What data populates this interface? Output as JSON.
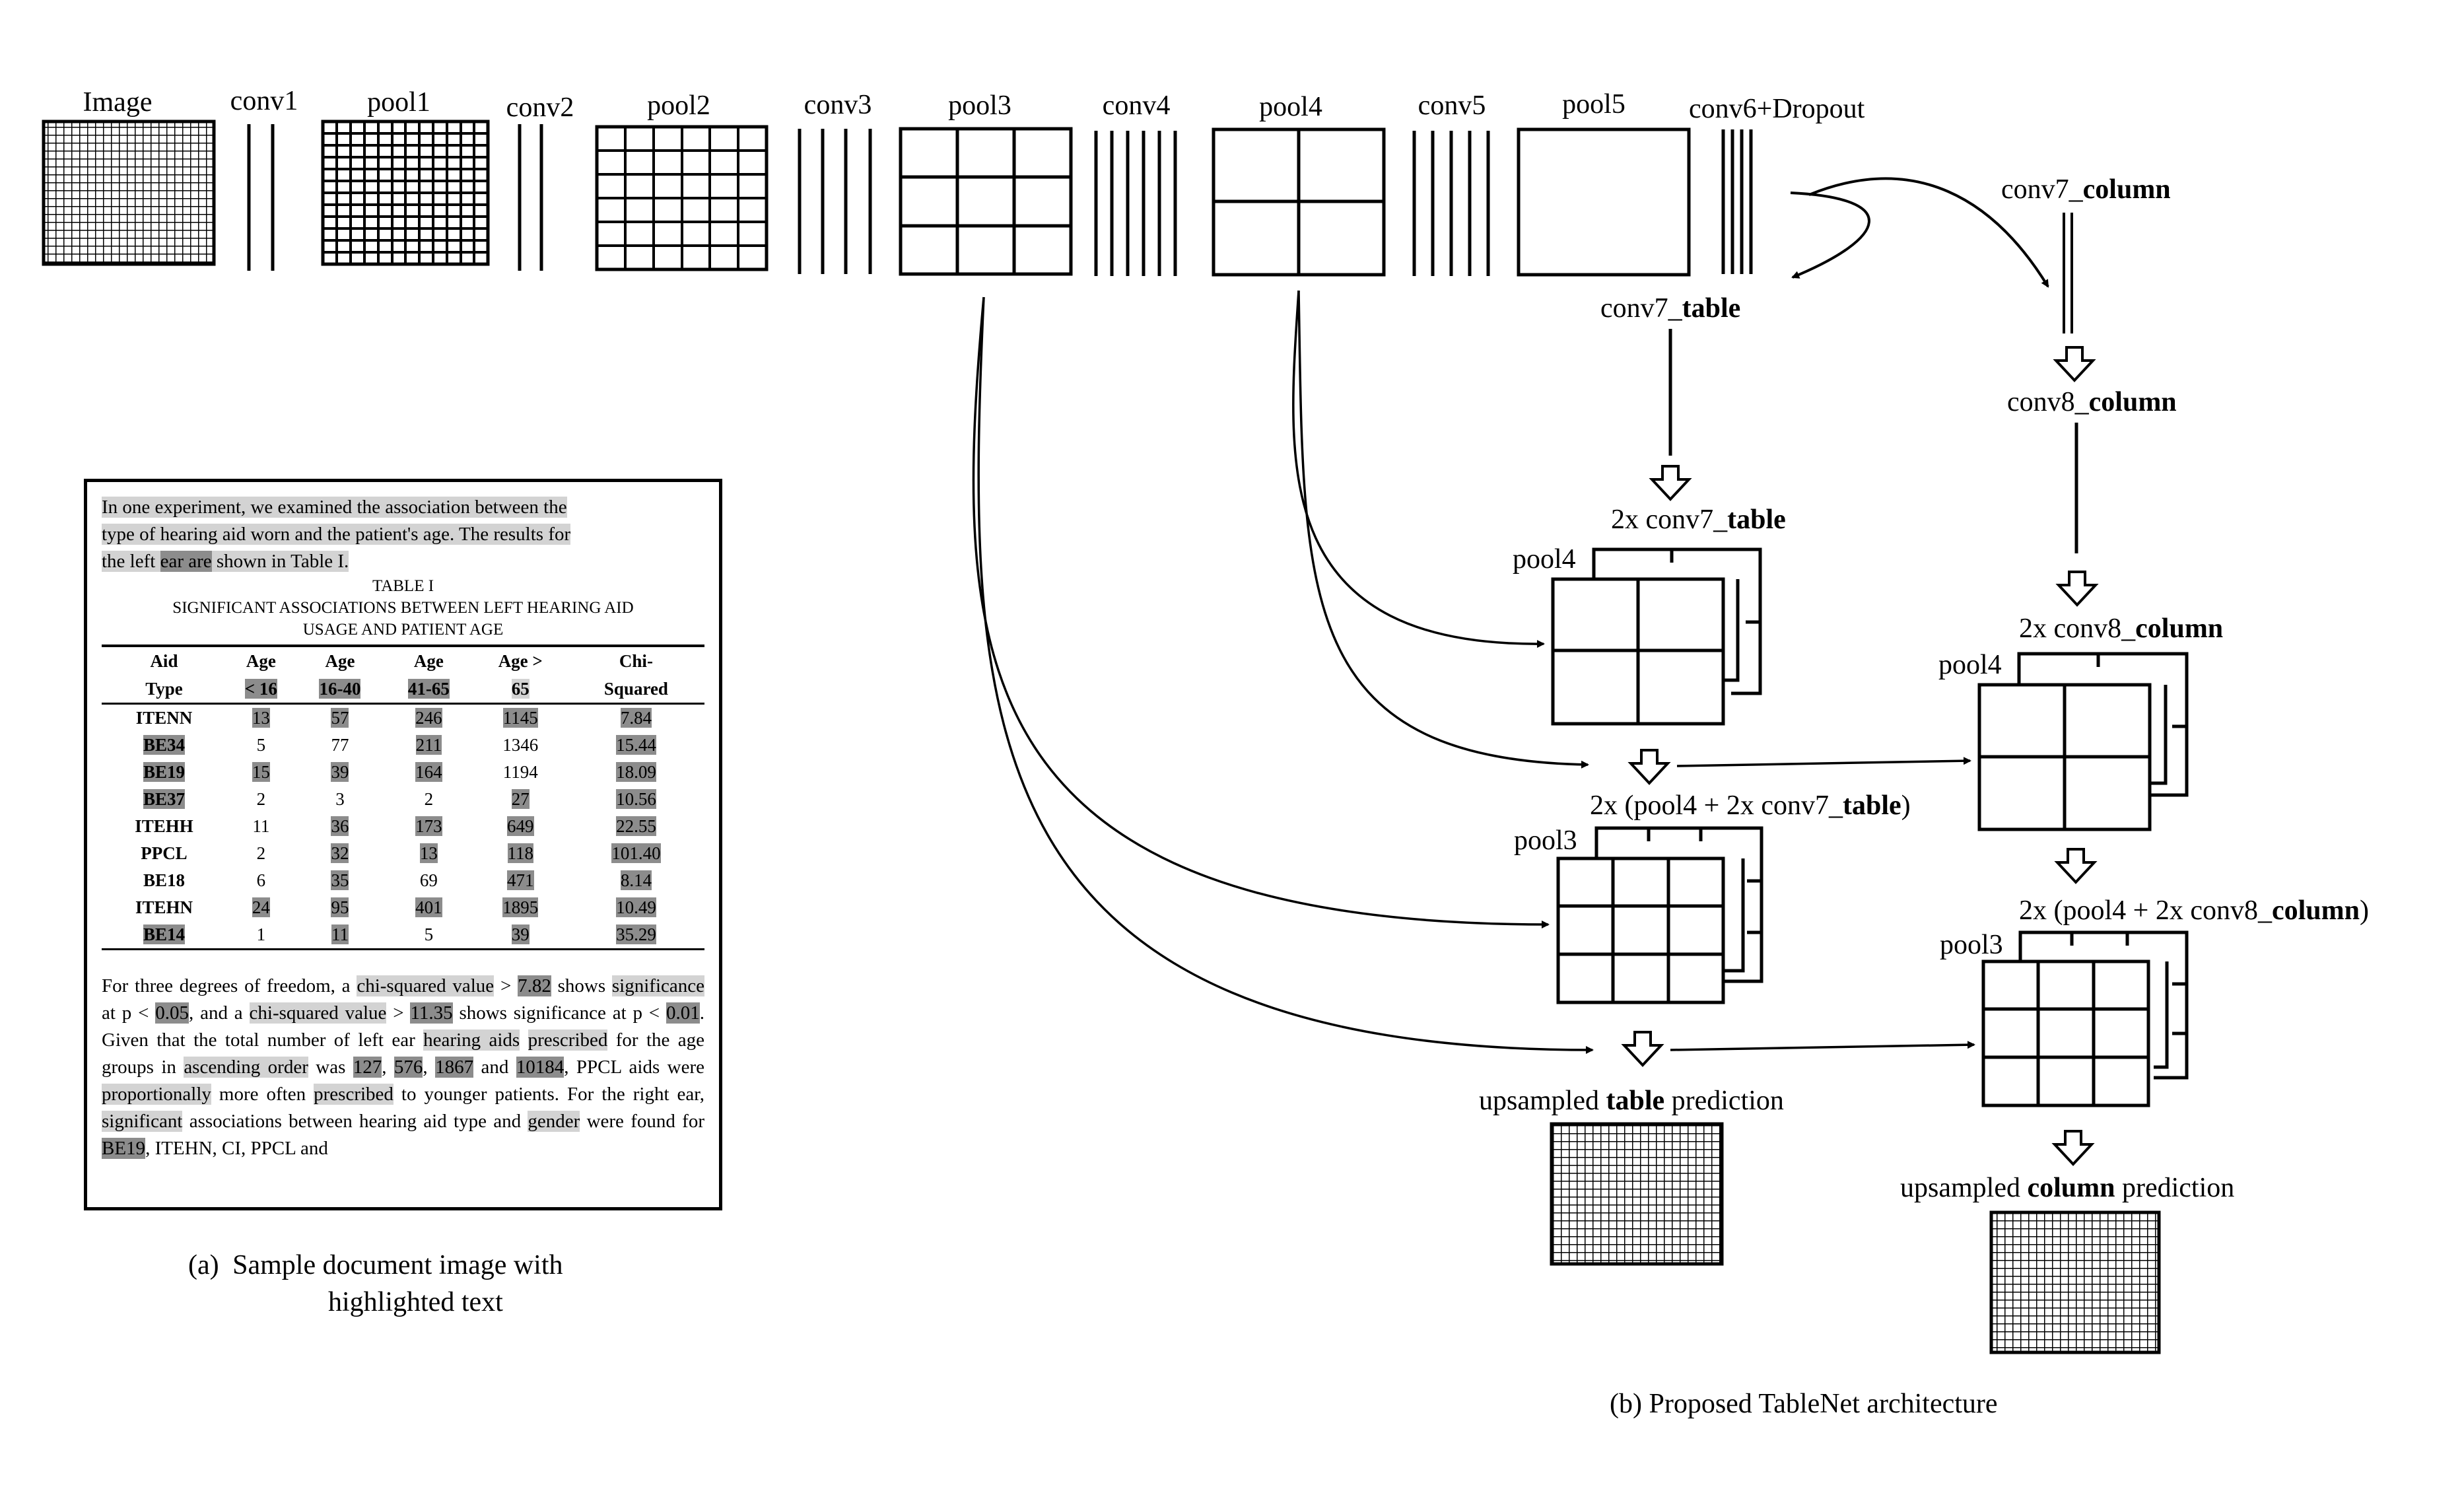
{
  "architecture": {
    "top_row": {
      "image": "Image",
      "conv1": "conv1",
      "pool1": "pool1",
      "conv2": "conv2",
      "pool2": "pool2",
      "conv3": "conv3",
      "pool3": "pool3",
      "conv4": "conv4",
      "pool4": "pool4",
      "conv5": "conv5",
      "pool5": "pool5",
      "conv6": "conv6+Dropout"
    },
    "table_branch": {
      "conv7_prefix": "conv7_",
      "conv7_bold": "table",
      "up_prefix": "2x conv7_",
      "up_bold": "table",
      "pool4_label": "pool4",
      "sum1_prefix": "2x (pool4 + 2x conv7_",
      "sum1_bold": "table",
      "sum1_suffix": ")",
      "pool3_label": "pool3",
      "pred_prefix": "upsampled ",
      "pred_bold": "table",
      "pred_suffix": " prediction"
    },
    "column_branch": {
      "conv7_prefix": "conv7_",
      "conv7_bold": "column",
      "conv8_prefix": "conv8_",
      "conv8_bold": "column",
      "up_prefix": "2x conv8_",
      "up_bold": "column",
      "pool4_label": "pool4",
      "sum1_prefix": "2x (pool4 + 2x conv8_",
      "sum1_bold": "column",
      "sum1_suffix": ")",
      "pool3_label": "pool3",
      "pred_prefix": "upsampled ",
      "pred_bold": "column",
      "pred_suffix": " prediction"
    }
  },
  "document": {
    "para1": {
      "line1": "In one experiment, we examined the association between the",
      "line2": "type of hearing aid worn and the patient's age. The results for",
      "line3_a": "the left ",
      "line3_b": "ear are",
      "line3_c": " shown in Table I."
    },
    "table_caption": {
      "line1": "TABLE I",
      "line2": "SIGNIFICANT  ASSOCIATIONS BETWEEN LEFT HEARING AID",
      "line3": "USAGE AND PATIENT AGE"
    },
    "table": {
      "header1": [
        "Aid",
        "Age",
        "Age",
        "Age",
        "Age >",
        "Chi-"
      ],
      "header2": [
        "Type",
        "< 16",
        "16-40",
        "41-65",
        "65",
        "Squared"
      ],
      "rows": [
        [
          "ITENN",
          "13",
          "57",
          "246",
          "1145",
          "7.84"
        ],
        [
          "BE34",
          "5",
          "77",
          "211",
          "1346",
          "15.44"
        ],
        [
          "BE19",
          "15",
          "39",
          "164",
          "1194",
          "18.09"
        ],
        [
          "BE37",
          "2",
          "3",
          "2",
          "27",
          "10.56"
        ],
        [
          "ITEHH",
          "11",
          "36",
          "173",
          "649",
          "22.55"
        ],
        [
          "PPCL",
          "2",
          "32",
          "13",
          "118",
          "101.40"
        ],
        [
          "BE18",
          "6",
          "35",
          "69",
          "471",
          "8.14"
        ],
        [
          "ITEHN",
          "24",
          "95",
          "401",
          "1895",
          "10.49"
        ],
        [
          "BE14",
          "1",
          "11",
          "5",
          "39",
          "35.29"
        ]
      ]
    },
    "para2": {
      "s1": "For three degrees of freedom, a ",
      "s2": "chi-squared value",
      "s3": " > ",
      "s4": "7.82",
      "s5": " shows ",
      "s6": "significance",
      "s7": " at p < ",
      "s8": "0.05",
      "s9": ", and a ",
      "s10": "chi-squared value",
      "s11": " > ",
      "s12": "11.35",
      "s13": " shows significance at p < ",
      "s14": "0.01",
      "s15": ". Given that the total number of left ear ",
      "s16": "hearing aids",
      "s17": " ",
      "s18": "prescribed",
      "s19": " for the age groups in ",
      "s20": "ascending order",
      "s21": " was ",
      "s22": "127",
      "s23": ", ",
      "s24": "576",
      "s25": ", ",
      "s26": "1867",
      "s27": " and ",
      "s28": "10184",
      "s29": ", PPCL aids were ",
      "s30": "proportionally",
      "s31": " more often ",
      "s32": "prescribed",
      "s33": " to younger patients. For the right ear, ",
      "s34": "significant",
      "s35": " associations between hearing aid type and ",
      "s36": "gender",
      "s37": " were found for ",
      "s38": "BE19",
      "s39": ", ITEHN, CI, PPCL and"
    }
  },
  "captions": {
    "a_marker": "(a)",
    "a_line1": "Sample document image with",
    "a_line2": "highlighted text",
    "b": "(b) Proposed TableNet architecture"
  }
}
